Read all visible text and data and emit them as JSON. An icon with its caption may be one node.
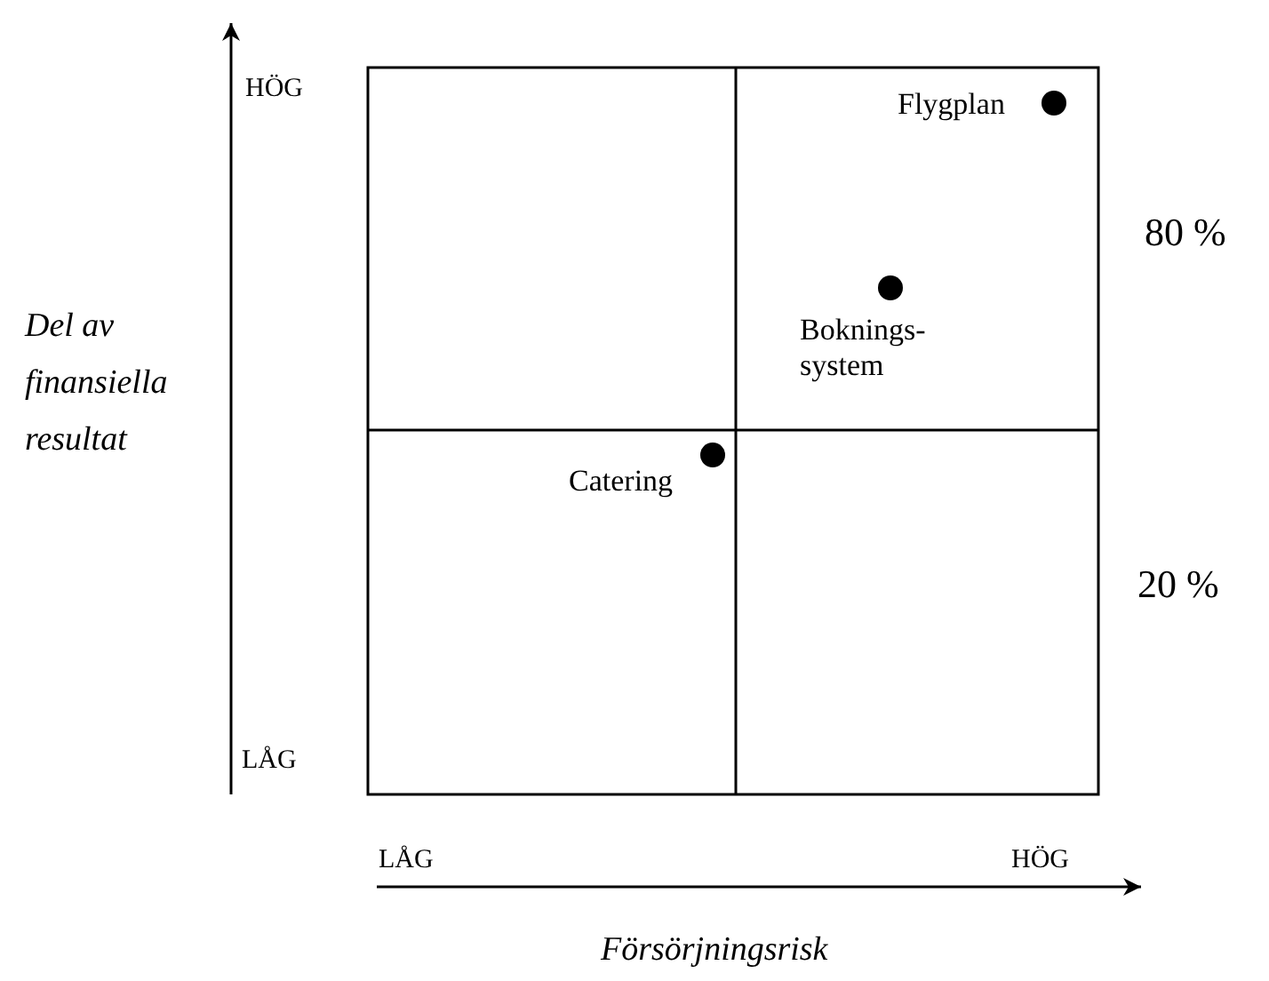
{
  "diagram": {
    "labels": [
      "HÖG",
      "Flygplan",
      "80 %",
      "Del av finansiella resultat",
      "Boknings- system",
      "Catering",
      "20 %",
      "LÅG",
      "LÅG",
      "HÖG",
      "Försörjningsrisk"
    ]
  }
}
